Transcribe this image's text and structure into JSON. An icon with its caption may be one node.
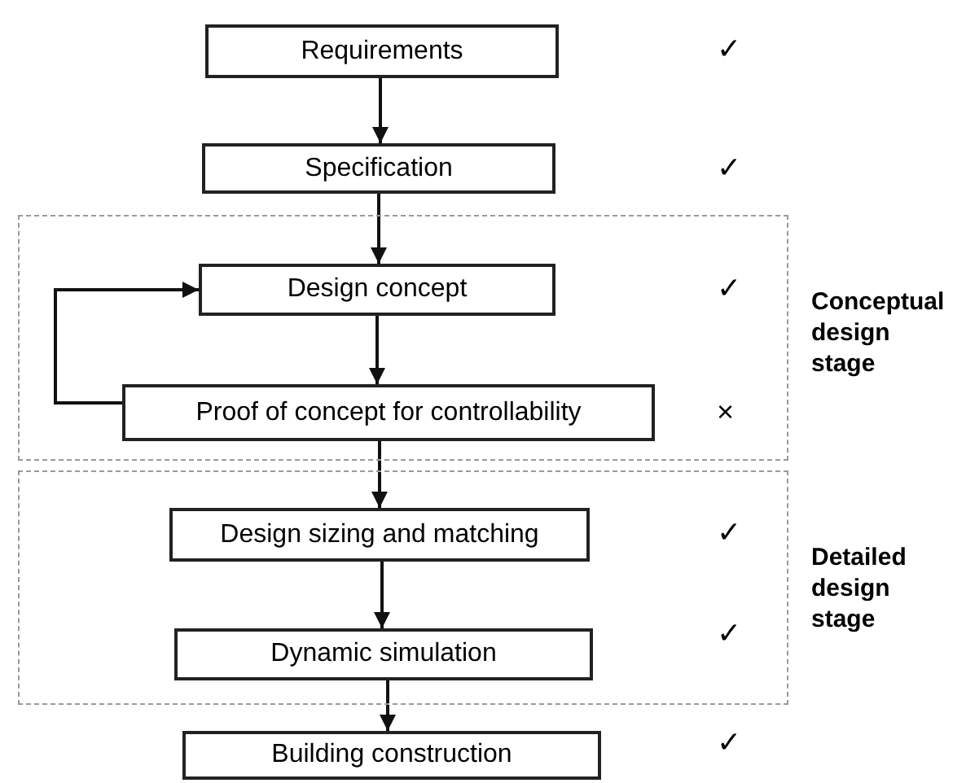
{
  "diagram": {
    "nodes": [
      {
        "text": [
          "Requirements"
        ]
      },
      {
        "text": [
          "Specification"
        ]
      },
      {
        "text": [
          "Conceptual design stage"
        ]
      },
      {
        "text": [
          "Design concept"
        ],
        "in": 2
      },
      {
        "text": [
          "Proof of concept for controllability"
        ],
        "in": 2
      },
      {
        "text": [
          "Detailed design stage"
        ]
      },
      {
        "text": [
          "Design sizing and matching"
        ],
        "in": 5
      },
      {
        "text": [
          "Dynamic simulation"
        ],
        "in": 5
      },
      {
        "text": [
          "Building construction"
        ]
      }
    ],
    "labels": [
      "✓",
      "✓",
      "✓",
      "×",
      "✓",
      "✓",
      "✓"
    ],
    "edges": [
      {
        "from": 0,
        "to": 1,
        "arrow": "to"
      },
      {
        "from": 1,
        "to": 3,
        "arrow": "to"
      },
      {
        "from": 3,
        "to": 4,
        "arrow": "to"
      },
      {
        "from": 4,
        "to": 3,
        "arrow": "to"
      },
      {
        "from": 4,
        "to": 6,
        "arrow": "to"
      },
      {
        "from": 6,
        "to": 7,
        "arrow": "to"
      },
      {
        "from": 7,
        "to": 8,
        "arrow": "to"
      }
    ]
  }
}
